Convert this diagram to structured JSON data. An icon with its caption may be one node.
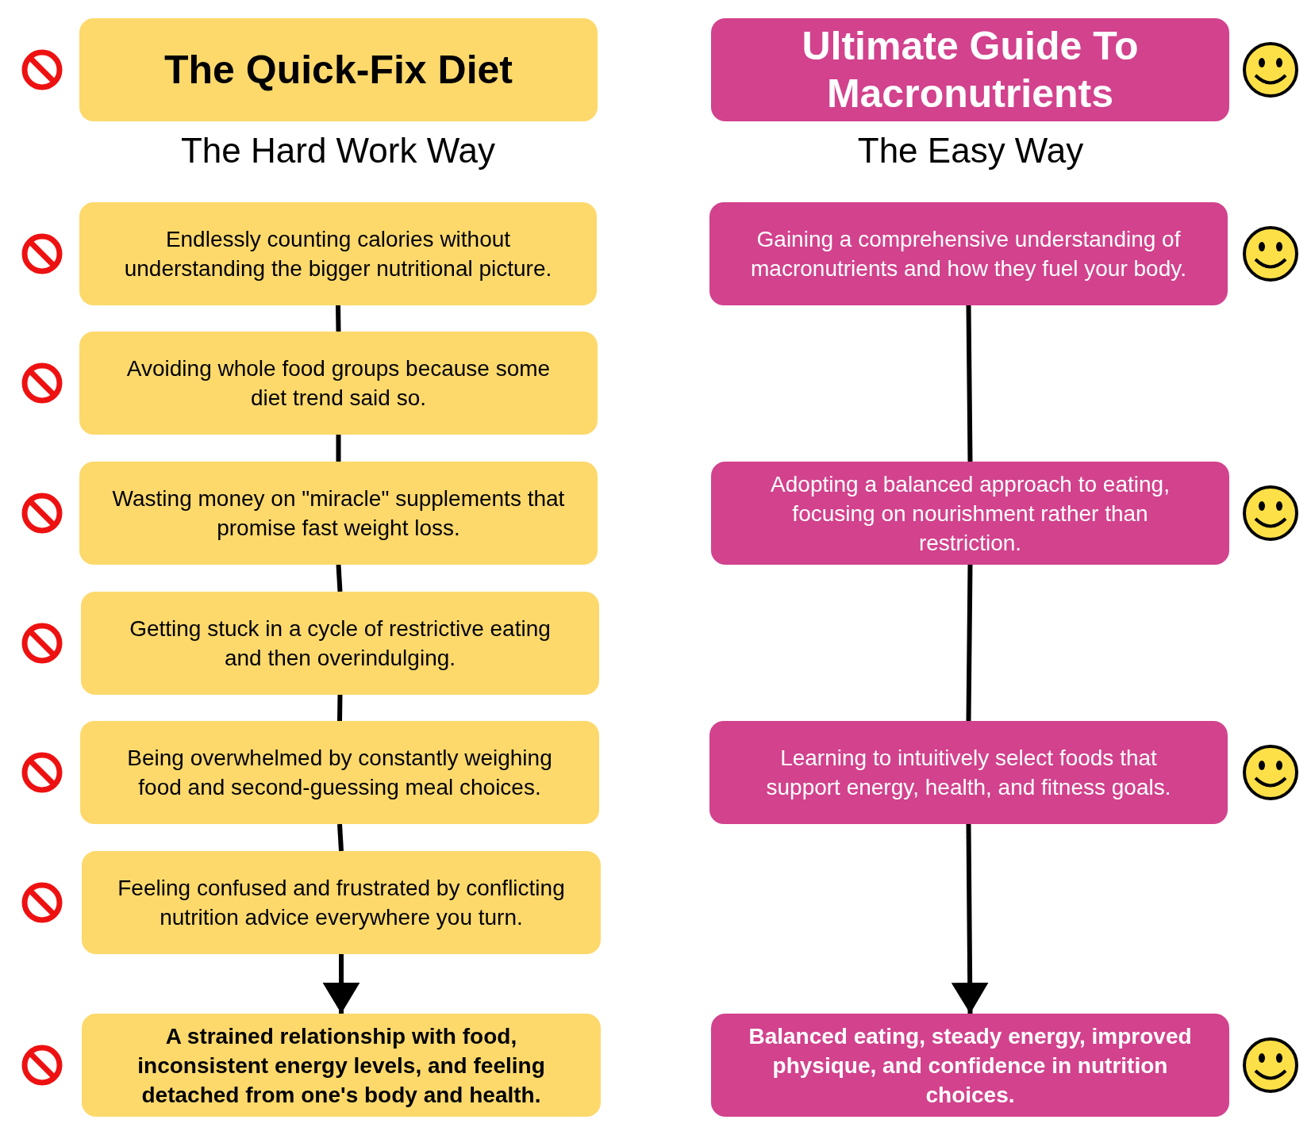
{
  "diagram": {
    "nodes": [
      {
        "text": [
          "The Quick-Fix Diet"
        ]
      },
      {
        "text": [
          "Ultimate Guide To Macronutrients"
        ]
      },
      {
        "text": [
          "Endlessly counting calories without understanding the bigger nutritional picture."
        ]
      },
      {
        "text": [
          "Avoiding whole food groups because some diet trend said so."
        ]
      },
      {
        "text": [
          "Wasting money on \"miracle\" supplements that promise fast weight loss."
        ]
      },
      {
        "text": [
          "Getting stuck in a cycle of restrictive eating and then overindulging."
        ]
      },
      {
        "text": [
          "Being overwhelmed by constantly weighing food and second-guessing meal choices."
        ]
      },
      {
        "text": [
          "Feeling confused and frustrated by conflicting nutrition advice everywhere you turn."
        ]
      },
      {
        "text": [
          "A strained relationship with food, inconsistent energy levels, and feeling detached from one's body and health."
        ]
      },
      {
        "text": [
          "Gaining a comprehensive understanding of macronutrients and how they fuel your body."
        ]
      },
      {
        "text": [
          "Adopting a balanced approach to eating, focusing on nourishment rather than restriction."
        ]
      },
      {
        "text": [
          "Learning to intuitively select foods that support energy, health, and fitness goals."
        ]
      },
      {
        "text": [
          "Balanced eating, steady energy, improved physique, and confidence in nutrition choices."
        ]
      }
    ],
    "edges": [
      {
        "from": 2,
        "to": 3,
        "arrow": "none"
      },
      {
        "from": 3,
        "to": 4,
        "arrow": "none"
      },
      {
        "from": 4,
        "to": 5,
        "arrow": "none"
      },
      {
        "from": 5,
        "to": 6,
        "arrow": "none"
      },
      {
        "from": 6,
        "to": 7,
        "arrow": "none"
      },
      {
        "from": 7,
        "to": 8,
        "arrow": "to"
      },
      {
        "from": 9,
        "to": 10,
        "arrow": "none"
      },
      {
        "from": 10,
        "to": 11,
        "arrow": "none"
      },
      {
        "from": 11,
        "to": 12,
        "arrow": "to"
      }
    ],
    "labels": [
      "The Hard Work Way",
      "The Easy Way"
    ]
  }
}
